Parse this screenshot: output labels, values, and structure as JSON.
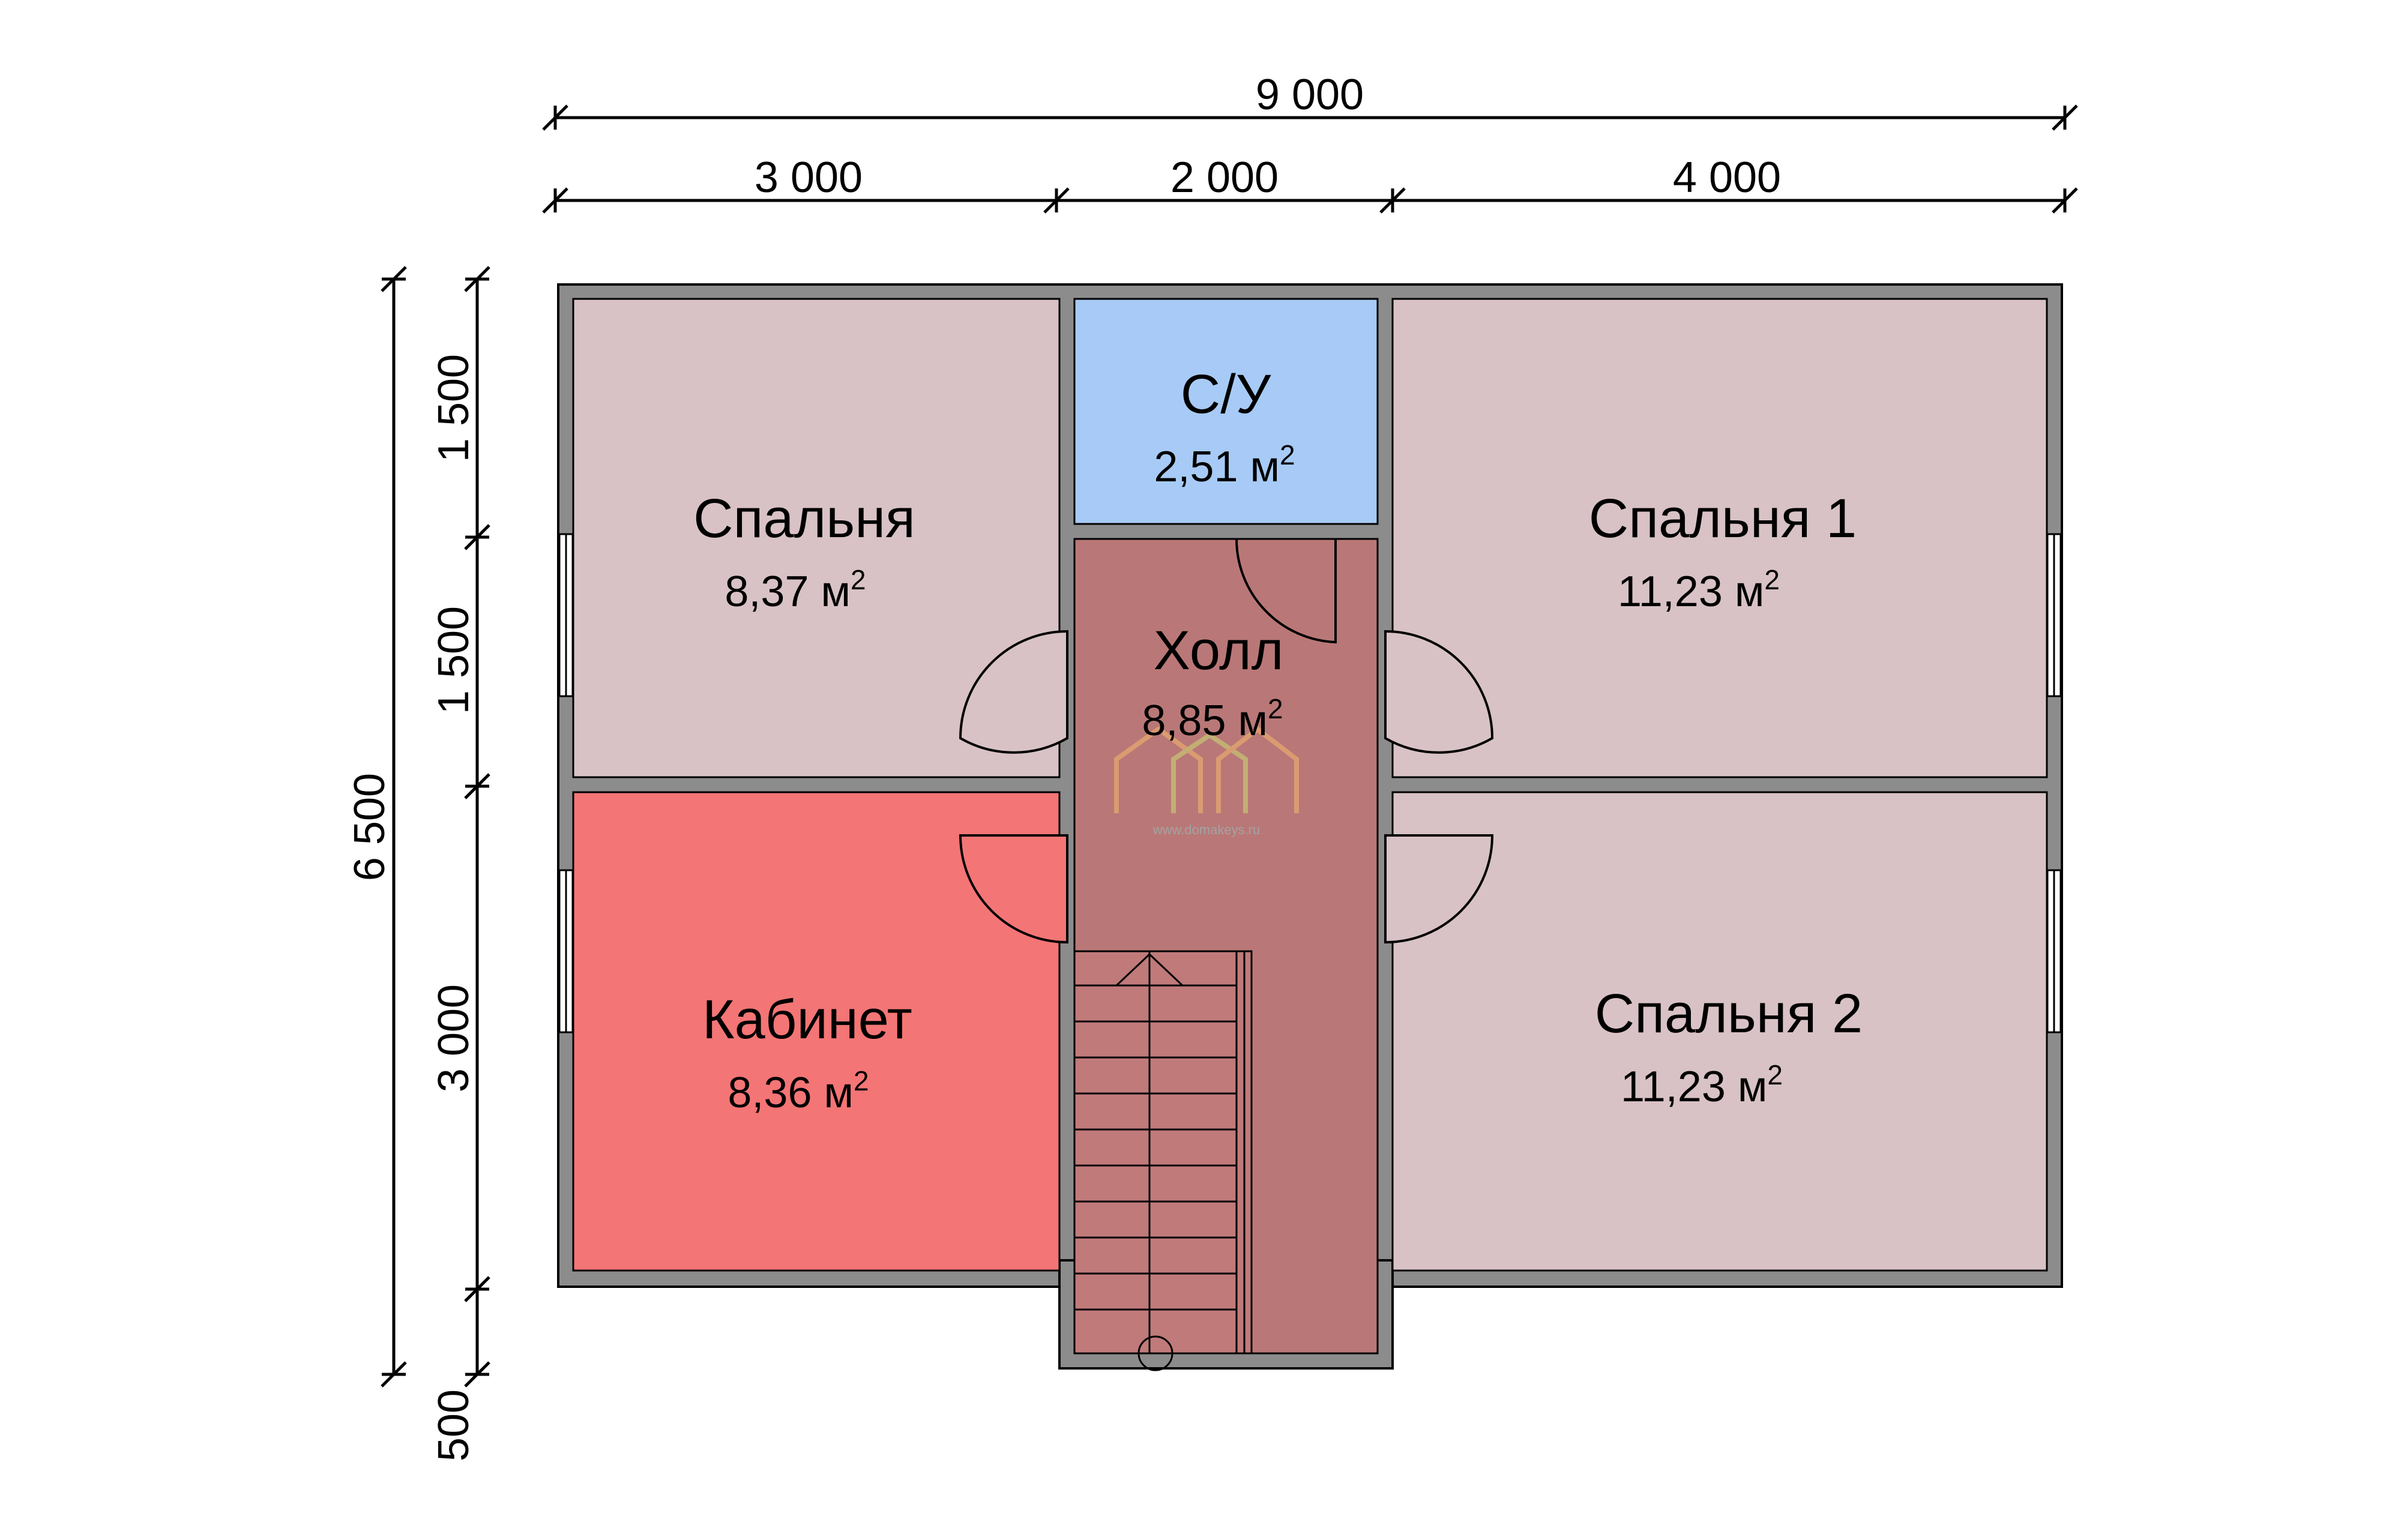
{
  "dimensions": {
    "top_total": "9 000",
    "top_segments": [
      "3 000",
      "2 000",
      "4 000"
    ],
    "left_total": "6 500",
    "left_segments": [
      "1 500",
      "1 500",
      "3 000",
      "500"
    ]
  },
  "rooms": {
    "bedroom": {
      "name": "Спальня",
      "area": "8,37 м",
      "sup": "2"
    },
    "bathroom": {
      "name": "С/У",
      "area": "2,51 м",
      "sup": "2"
    },
    "bedroom1": {
      "name": "Спальня 1",
      "area": "11,23 м",
      "sup": "2"
    },
    "hall": {
      "name": "Холл",
      "area": "8,85 м",
      "sup": "2"
    },
    "office": {
      "name": "Кабинет",
      "area": "8,36 м",
      "sup": "2"
    },
    "bedroom2": {
      "name": "Спальня 2",
      "area": "11,23 м",
      "sup": "2"
    }
  },
  "watermark": {
    "text": "www.domakeys.ru"
  },
  "colors": {
    "wall": "#8c8c8c",
    "bedroom": "#d8c2c5",
    "bathroom": "#a7cbf6",
    "hall": "#b97877",
    "office": "#f47575",
    "stair": "#c07a7a"
  }
}
